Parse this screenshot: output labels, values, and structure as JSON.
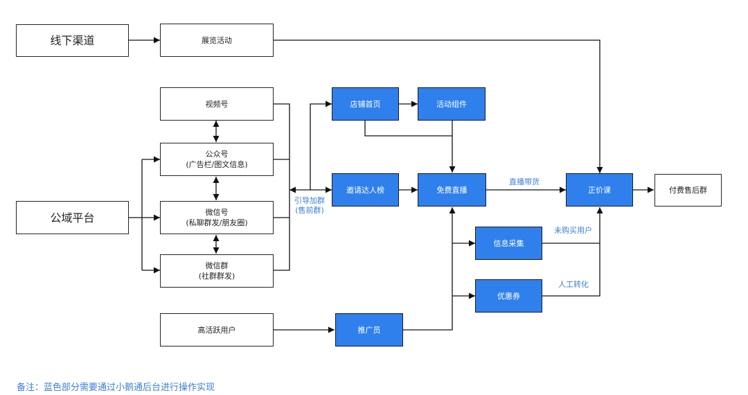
{
  "nodes": {
    "offline": "线下渠道",
    "exhibition": "展览活动",
    "public_domain": "公域平台",
    "video": "视频号",
    "official_line1": "公众号",
    "official_line2": "(广告栏/图文信息)",
    "wechat_line1": "微信号",
    "wechat_line2": "(私聊群发/朋友圈)",
    "group_line1": "微信群",
    "group_line2": "(社群群发)",
    "active_users": "高活跃用户",
    "shop_home": "店铺首页",
    "activity_widget": "活动组件",
    "invite_board": "邀请达人榜",
    "free_live": "免费直播",
    "regular_course": "正价课",
    "paid_group": "付费售后群",
    "info_collect": "信息采集",
    "coupon": "优惠券",
    "promoter": "推广员"
  },
  "labels": {
    "guide_line1": "引导加群",
    "guide_line2": "(售前群)",
    "live_sales": "直播带货",
    "not_purchased": "未购买用户",
    "manual_convert": "人工转化"
  },
  "note": "备注：蓝色部分需要通过小鹅通后台进行操作实现",
  "colors": {
    "blue": "#2f80ed",
    "label_blue": "#3b7fd6",
    "line": "#222222"
  }
}
